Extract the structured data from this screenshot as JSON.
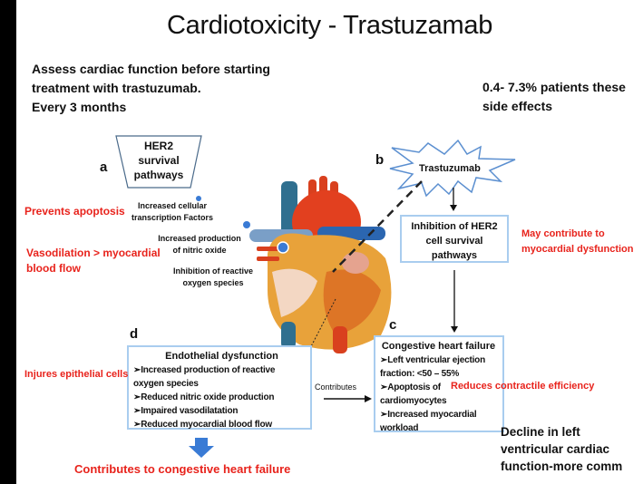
{
  "title": "Cardiotoxicity - Trastuzamab",
  "intro": {
    "line1": "Assess cardiac function before starting",
    "line2": "treatment with trastuzumab.",
    "line3": "Every 3 months"
  },
  "stat": {
    "line1": "0.4- 7.3% patients these",
    "line2": "side effects"
  },
  "panel_a": {
    "letter": "a",
    "box": [
      "HER2",
      "survival",
      "pathways"
    ],
    "labels": [
      {
        "l1": "Increased cellular",
        "l2": "transcription Factors"
      },
      {
        "l1": "Increased production",
        "l2": "of nitric oxide"
      },
      {
        "l1": "Inhibition of reactive",
        "l2": "oxygen species"
      }
    ],
    "notes": {
      "apoptosis": "Prevents apoptosis",
      "vaso1": "Vasodilation > myocardial",
      "vaso2": "blood flow"
    }
  },
  "panel_b": {
    "letter": "b",
    "drug": "Trastuzumab",
    "box": [
      "Inhibition of HER2",
      "cell survival",
      "pathways"
    ],
    "note1": "May contribute to",
    "note2": "myocardial dysfunction"
  },
  "panel_c": {
    "letter": "c",
    "title": "Congestive heart failure",
    "items": [
      "Left ventricular ejection",
      "fraction: <50 – 55%",
      "Apoptosis of",
      "cardiomyocytes",
      "Increased myocardial",
      "workload"
    ],
    "note": "Reduces contractile efficiency"
  },
  "panel_d": {
    "letter": "d",
    "title": "Endothelial dysfunction",
    "items": [
      "Increased production of reactive",
      "oxygen species",
      "Reduced nitric oxide production",
      "Impaired vasodilatation",
      "Reduced myocardial blood flow"
    ],
    "note": "Injures epithelial cells"
  },
  "contributes": "Contributes",
  "bottom_note": "Contributes to congestive heart failure",
  "decline": {
    "l1": "Decline in left",
    "l2": "ventricular cardiac",
    "l3": "function-more comm"
  },
  "colors": {
    "red": "#e8231c",
    "box_border": "#a9cdef",
    "blue_arrow": "#3a7bd5"
  }
}
